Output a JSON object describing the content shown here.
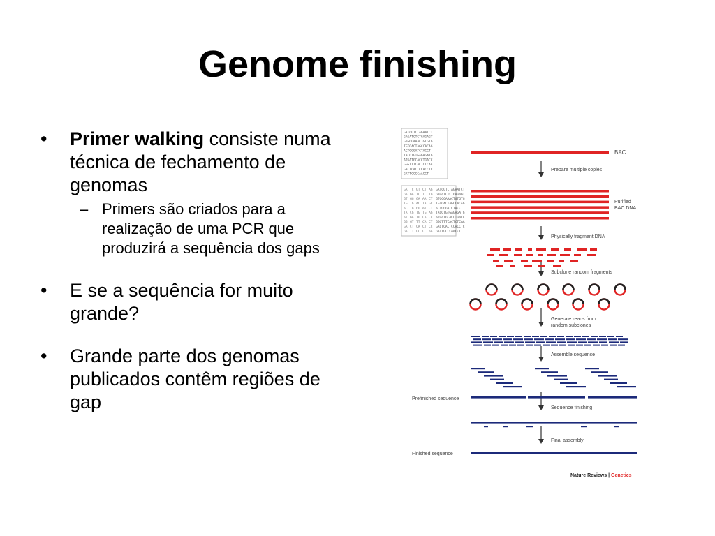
{
  "slide": {
    "title": "Genome finishing",
    "bullets": [
      {
        "bold": "Primer walking",
        "rest": " consiste numa técnica de fechamento de genomas"
      },
      {
        "text": "Primers são criados para a realização de uma PCR que produzirá a sequência dos gaps"
      },
      {
        "text": "E se a sequência for muito grande?"
      },
      {
        "text": "Grande parte dos genomas publicados contêm regiões de gap"
      }
    ]
  },
  "figure": {
    "labels": {
      "bac": "BAC",
      "prepare": "Prepare multiple copies",
      "purified1": "Purified",
      "purified2": "BAC DNA",
      "fragment": "Physically fragment DNA",
      "subclone": "Subclone random fragments",
      "generate1": "Generate reads from",
      "generate2": "random subclones",
      "assemble": "Assemble sequence",
      "prefinished": "Prefinished sequence",
      "finishing": "Sequence finishing",
      "final": "Final assembly",
      "finished": "Finished sequence",
      "credit_a": "Nature Reviews",
      "credit_sep": " | ",
      "credit_b": "Genetics"
    },
    "seq_lines": [
      "GATCGTCTAGAATCT",
      "GAGATCTCTGAGAGT",
      "GTGGGAAACTGTGTG",
      "TGTGACTAGCCACAG",
      "ACTGGGATCTACCT",
      "TACGTGTGAGAGATG",
      "ATGATGCACCTGACC",
      "GGGTTTCACTCTCAA",
      "GACTCACTCCACCTC",
      "GATTCCCCAACCT"
    ],
    "colors": {
      "red": "#e02424",
      "navy": "#1c2a7a",
      "arrow": "#333333",
      "credit_red": "#e02424"
    }
  }
}
